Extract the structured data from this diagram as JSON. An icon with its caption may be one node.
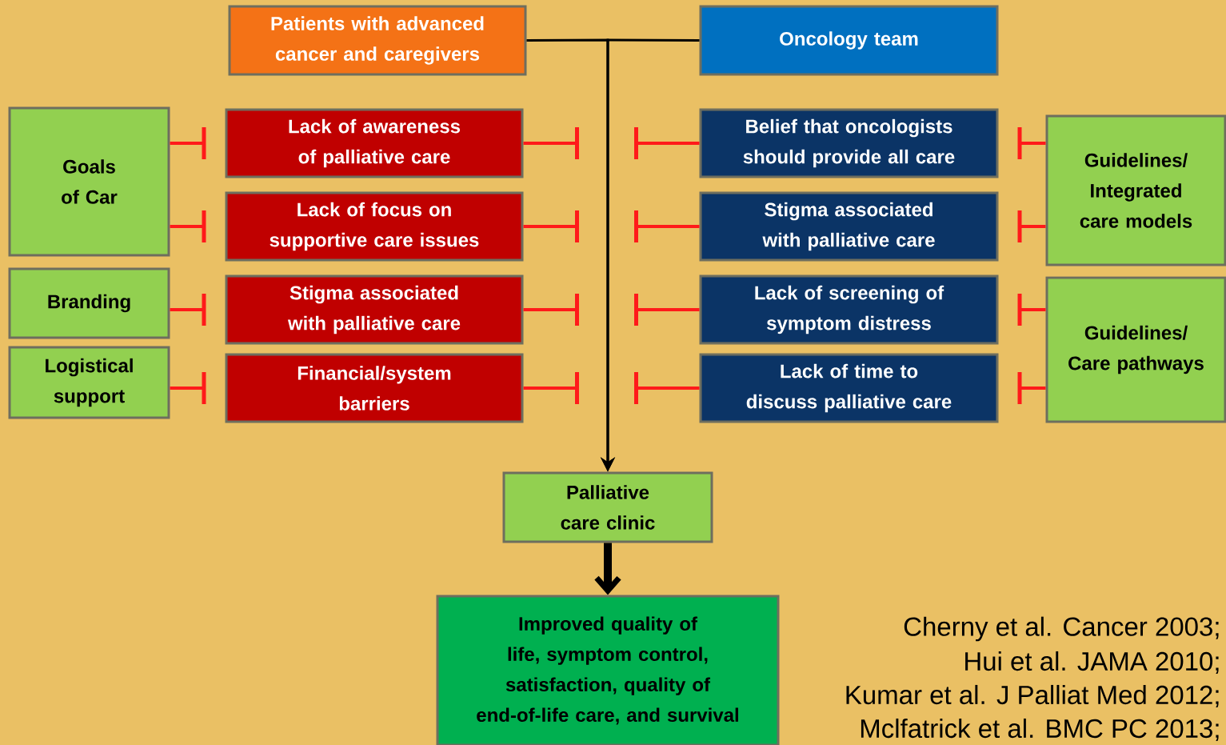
{
  "diagram": {
    "nodes": [
      {
        "text": [
          "Patients with advanced cancer and caregivers"
        ]
      },
      {
        "text": [
          "Oncology team"
        ]
      },
      {
        "text": [
          "Goals of Car"
        ]
      },
      {
        "text": [
          "Lack of awareness of palliative care"
        ]
      },
      {
        "text": [
          "Belief that oncologists should provide all care"
        ]
      },
      {
        "text": [
          "Guidelines/ Integrated care models"
        ]
      },
      {
        "text": [
          "Lack of focus on supportive care issues"
        ]
      },
      {
        "text": [
          "Stigma associated with palliative care"
        ]
      },
      {
        "text": [
          "Branding"
        ]
      },
      {
        "text": [
          "Stigma associated with palliative care"
        ]
      },
      {
        "text": [
          "Lack of screening of symptom distress"
        ]
      },
      {
        "text": [
          "Guidelines/ Care pathways"
        ]
      },
      {
        "text": [
          "Logistical support"
        ]
      },
      {
        "text": [
          "Financial/system barriers"
        ]
      },
      {
        "text": [
          "Lack of time to discuss palliative care"
        ]
      },
      {
        "text": [
          "Palliative care clinic"
        ]
      },
      {
        "text": [
          "Improved quality of life, symptom control, satisfaction, quality of end-of-life care, and survival"
        ]
      }
    ],
    "edges": [
      {
        "from": 0,
        "to": 15,
        "arrow": "to",
        "color": "#000000"
      },
      {
        "from": 1,
        "to": 15,
        "arrow": "to",
        "color": "#000000"
      },
      {
        "from": 15,
        "to": 16,
        "arrow": "to",
        "style": "thick",
        "color": "#000000"
      },
      {
        "from": 2,
        "to": 3,
        "arrow": "other"
      },
      {
        "from": 2,
        "to": 6,
        "arrow": "other"
      },
      {
        "from": 8,
        "to": 9,
        "arrow": "other"
      },
      {
        "from": 12,
        "to": 13,
        "arrow": "other"
      },
      {
        "from": 5,
        "to": 4,
        "arrow": "other"
      },
      {
        "from": 5,
        "to": 7,
        "arrow": "other"
      },
      {
        "from": 11,
        "to": 10,
        "arrow": "other"
      },
      {
        "from": 11,
        "to": 14,
        "arrow": "other"
      },
      {
        "from": 3,
        "to": null,
        "arrow": "other"
      },
      {
        "from": 6,
        "to": null,
        "arrow": "other"
      },
      {
        "from": 9,
        "to": null,
        "arrow": "other"
      },
      {
        "from": 13,
        "to": null,
        "arrow": "other"
      },
      {
        "from": 4,
        "to": null,
        "arrow": "other"
      },
      {
        "from": 7,
        "to": null,
        "arrow": "other"
      },
      {
        "from": 10,
        "to": null,
        "arrow": "other"
      },
      {
        "from": 14,
        "to": null,
        "arrow": "other"
      }
    ],
    "labels": [
      "Cherny et al. Cancer 2003;",
      "Hui et al. JAMA 2010;",
      "Kumar et al. J Palliat Med 2012;",
      "Mclfatrick et al. BMC PC 2013;"
    ]
  }
}
